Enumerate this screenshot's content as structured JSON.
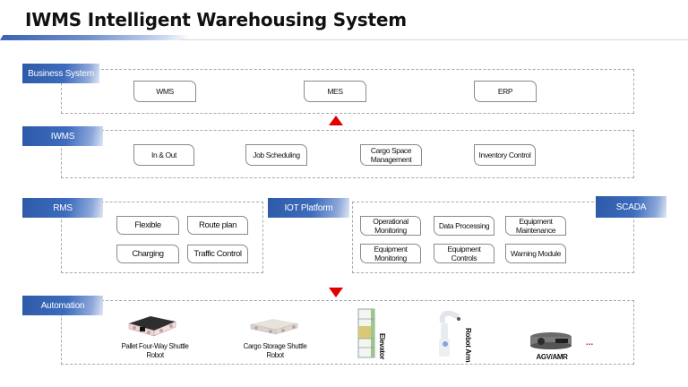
{
  "title": "IWMS Intelligent Warehousing System",
  "colors": {
    "layer_tag_blue": "#2d5aa8",
    "arrow_red": "#e00000",
    "dash_border": "#a8a8a8"
  },
  "layers": {
    "business_system": {
      "label": "Business System",
      "modules": [
        "WMS",
        "MES",
        "ERP"
      ]
    },
    "iwms": {
      "label": "IWMS",
      "modules": [
        "In & Out",
        "Job Scheduling",
        "Cargo Space Management",
        "Inventory Control"
      ]
    },
    "rms": {
      "label": "RMS",
      "modules": [
        "Flexible",
        "Route plan",
        "Charging",
        "Traffic Control"
      ]
    },
    "iot_platform": {
      "label": "IOT Platform"
    },
    "scada": {
      "label": "SCADA",
      "modules": [
        "Operational Monitoring",
        "Data Processing",
        "Equipment Maintenance",
        "Equipment Monitoring",
        "Equipment Controls",
        "Warning Module"
      ]
    },
    "automation": {
      "label": "Automation",
      "devices": [
        "Pallet Four-Way Shuttle Robot",
        "Cargo Storage Shuttle Robot",
        "Elevator",
        "Robot Arm",
        "AGV/AMR"
      ],
      "more": "..."
    }
  },
  "arrows": {
    "iwms_to_business": "up-arrow",
    "iot_to_automation": "down-arrow"
  }
}
